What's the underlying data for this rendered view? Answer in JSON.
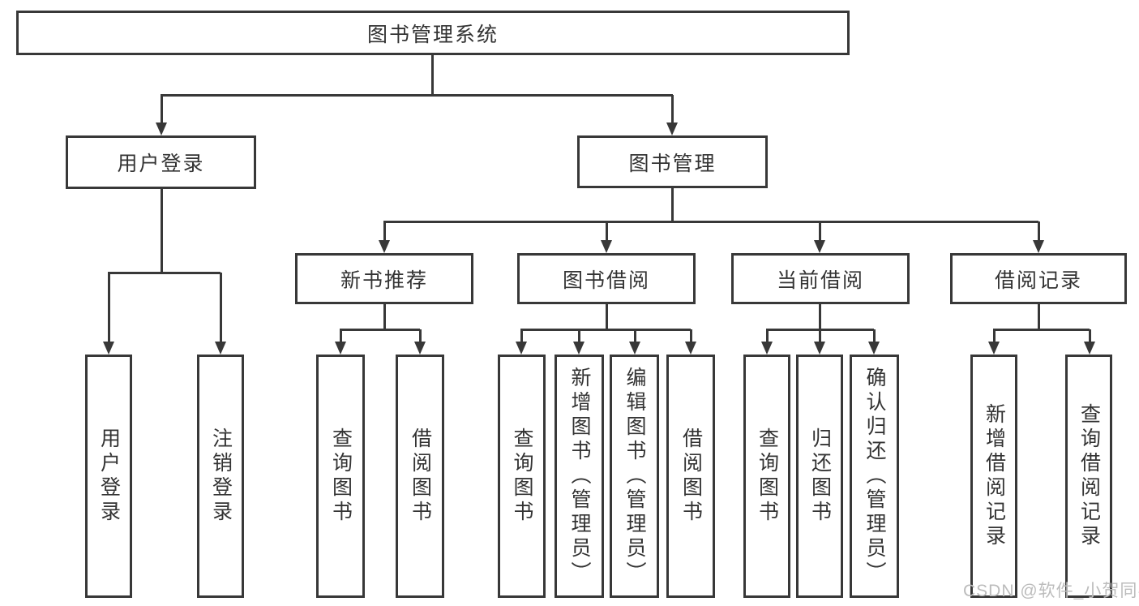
{
  "root": {
    "label": "图书管理系统"
  },
  "level2": {
    "user_login": "用户登录",
    "book_management": "图书管理"
  },
  "level3": {
    "new_book_recommend": "新书推荐",
    "book_borrow": "图书借阅",
    "current_borrow": "当前借阅",
    "borrow_records": "借阅记录"
  },
  "leaves": {
    "user_login_children": [
      "用户登录",
      "注销登录"
    ],
    "new_book_recommend_children": [
      "查询图书",
      "借阅图书"
    ],
    "book_borrow_children": [
      "查询图书",
      "新增图书（管理员）",
      "编辑图书（管理员）",
      "借阅图书"
    ],
    "current_borrow_children": [
      "查询图书",
      "归还图书",
      "确认归还（管理员）"
    ],
    "borrow_records_children": [
      "新增借阅记录",
      "查询借阅记录"
    ]
  },
  "watermark": "CSDN @软件_小贺同学",
  "colors": {
    "line": "#383838",
    "text": "#333333",
    "watermark": "#bcbcbc",
    "background": "#ffffff"
  }
}
